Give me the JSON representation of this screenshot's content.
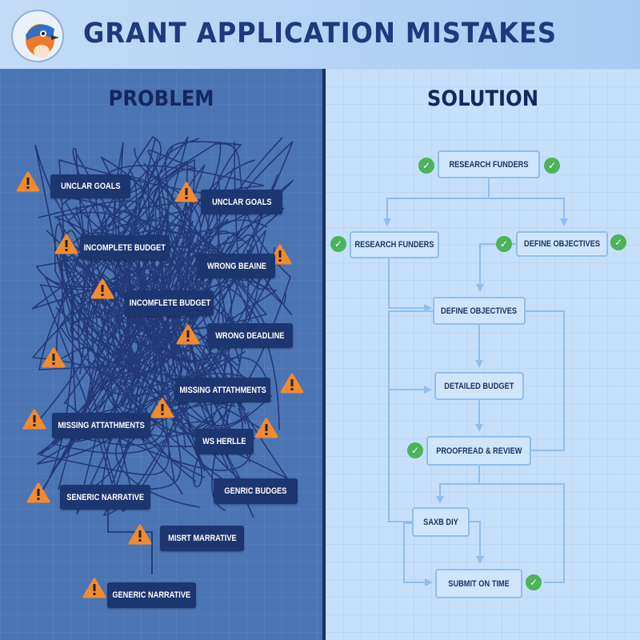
{
  "title": "GRANT APPLICATION MISTAKES",
  "problem": {
    "heading": "PROBLEM",
    "boxes": [
      "UNCLAR GOALS",
      "UNCLAR GOALS",
      "INCOMPLETE BUDGET",
      "WRONG BEAINE",
      "INCOMFLETE BUDGET",
      "WRONG DEADLINE",
      "MISSING ATTATHMENTS",
      "MISSING ATTATHMENTS",
      "WS HERLLE",
      "SENERIC NARRATIVE",
      "GENRIC BUDGES",
      "MISRT MARRATIVE",
      "GENERIC NARRATIVE"
    ],
    "icon": "warning-icon",
    "warning_color": "#f28a30"
  },
  "solution": {
    "heading": "SOLUTION",
    "boxes": [
      "RESEARCH FUNDERS",
      "RESEARCH FUNDERS",
      "DEFINE OBJECTIVES",
      "DEFINE OBJECTIVES",
      "DETAILED BUDGET",
      "PROOFREAD & REVIEW",
      "SAXB DIY",
      "SUBMIT ON TIME"
    ],
    "icon": "check-circle-icon",
    "check_color": "#4cb35a"
  }
}
